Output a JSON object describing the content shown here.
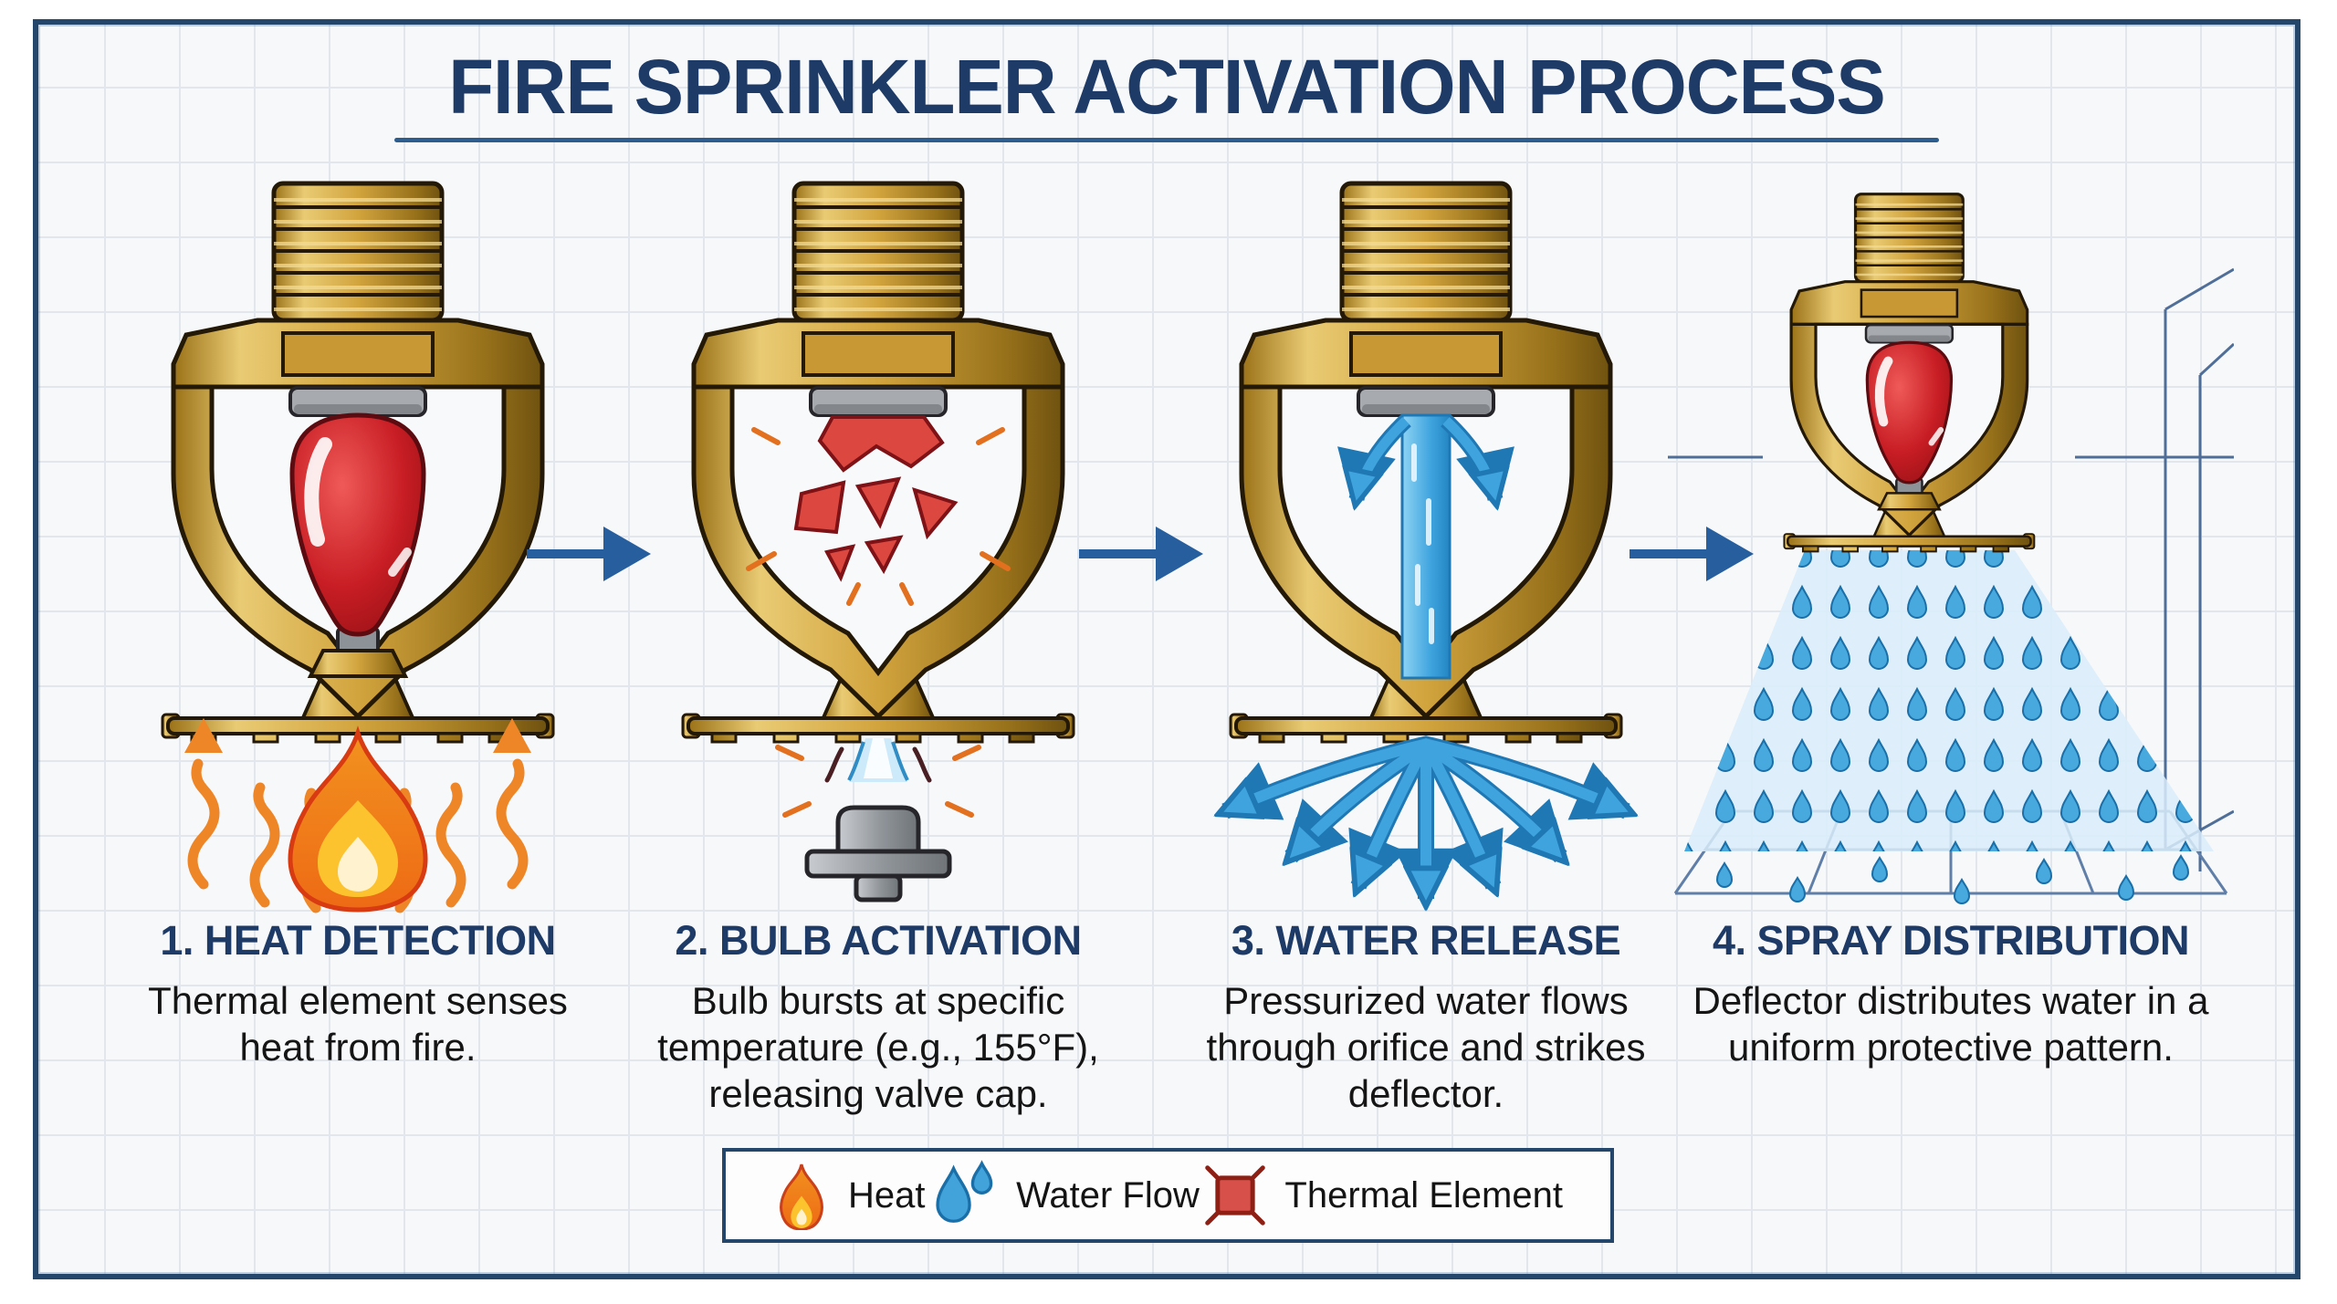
{
  "title": {
    "text": "FIRE SPRINKLER ACTIVATION PROCESS"
  },
  "steps": [
    {
      "heading": "1. HEAT DETECTION",
      "body": "Thermal element senses heat from fire."
    },
    {
      "heading": "2. BULB ACTIVATION",
      "body": "Bulb bursts at specific temperature (e.g., 155°F), releasing valve cap."
    },
    {
      "heading": "3. WATER RELEASE",
      "body": "Pressurized water flows through orifice and strikes deflector."
    },
    {
      "heading": "4. SPRAY DISTRIBUTION",
      "body": "Deflector distributes water in a uniform protective pattern."
    }
  ],
  "legend": {
    "items": [
      {
        "icon": "flame-icon",
        "label": "Heat"
      },
      {
        "icon": "water-drops-icon",
        "label": "Water Flow"
      },
      {
        "icon": "thermal-element-icon",
        "label": "Thermal Element"
      }
    ]
  },
  "colors": {
    "accent_navy": "#1e3a66",
    "flow_arrow_blue": "#265e9e",
    "water_blue": "#3fa4de",
    "brass_gold": "#cf9f3d",
    "heat_orange": "#ee8627",
    "bulb_red": "#cc2127",
    "grid_line": "#e2e6ed"
  }
}
